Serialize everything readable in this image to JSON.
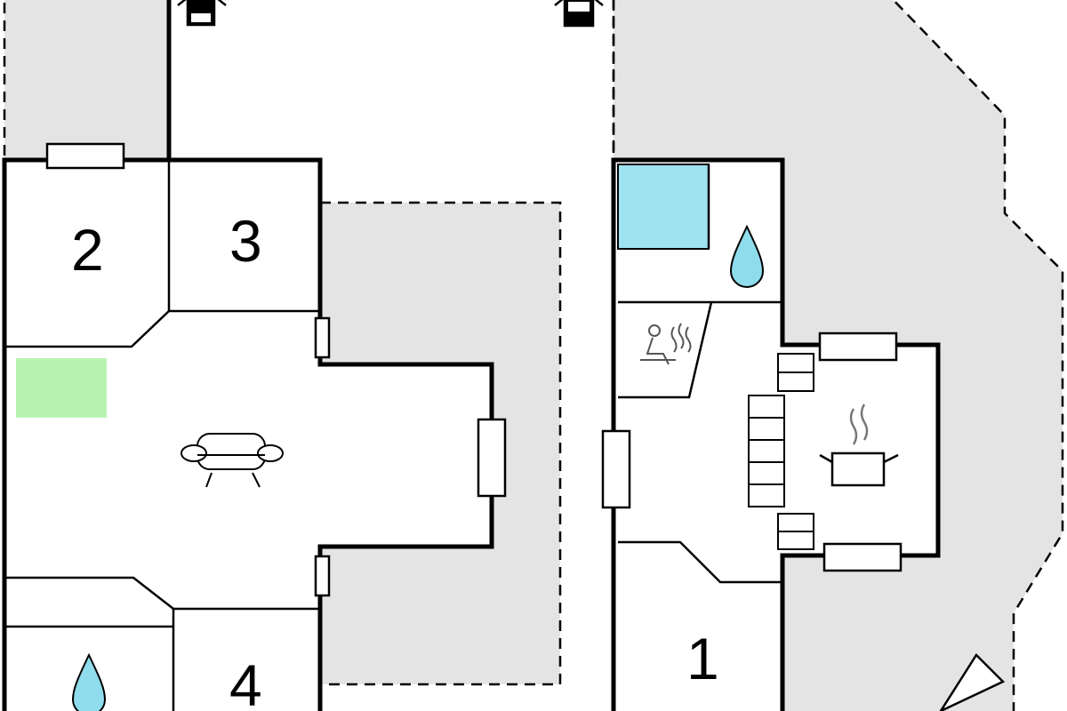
{
  "rooms": [
    {
      "number": "2"
    },
    {
      "number": "3"
    },
    {
      "number": "4"
    },
    {
      "number": "1"
    }
  ],
  "icons": [
    "lamp-icon",
    "sofa-icon",
    "water-drop-icon",
    "sauna-icon",
    "cooking-pot-icon",
    "north-arrow-icon"
  ],
  "colors": {
    "terrace": "#e4e4e4",
    "green_area": "#b9f3b4",
    "pool": "#9fe3f0",
    "drop": "#8fdcec"
  }
}
